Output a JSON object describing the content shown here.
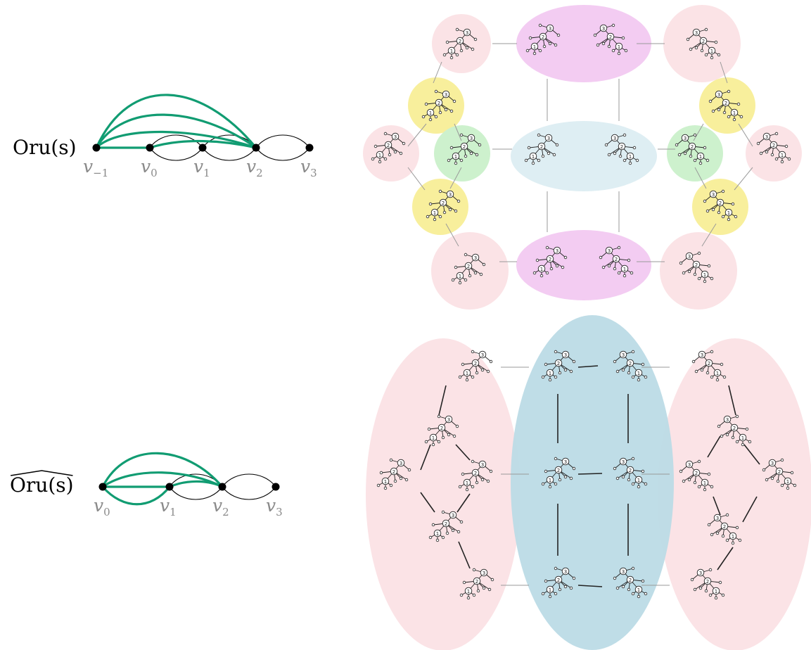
{
  "top": {
    "label": "Oru(s)",
    "vertices": [
      {
        "name": "v",
        "sub": "−1"
      },
      {
        "name": "v",
        "sub": "0"
      },
      {
        "name": "v",
        "sub": "1"
      },
      {
        "name": "v",
        "sub": "2"
      },
      {
        "name": "v",
        "sub": "3"
      }
    ],
    "green_arcs": 4
  },
  "bottom": {
    "label": "Oru(s)",
    "label_decoration": "wide-hat",
    "vertices": [
      {
        "name": "v",
        "sub": "0"
      },
      {
        "name": "v",
        "sub": "1"
      },
      {
        "name": "v",
        "sub": "2"
      },
      {
        "name": "v",
        "sub": "3"
      }
    ],
    "green_arcs": 4
  },
  "colors": {
    "green": "#119c72",
    "pink": "#fbe3e6",
    "magenta": "#f3ccf2",
    "yellow": "#f8ef9c",
    "lightgreen": "#cdf1cd",
    "lightblue": "#deeef3",
    "blue": "#bcdbe6",
    "vertex_label": "#8a8a8a"
  },
  "tree_node_labels": [
    "1",
    "2",
    "3"
  ]
}
